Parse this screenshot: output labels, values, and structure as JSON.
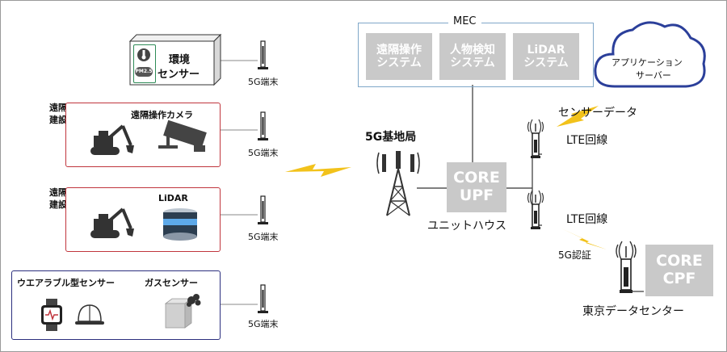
{
  "mec": {
    "title": "MEC",
    "systems": [
      {
        "line1": "遠隔操作",
        "line2": "システム"
      },
      {
        "line1": "人物検知",
        "line2": "システム"
      },
      {
        "line1": "LiDAR",
        "line2": "システム"
      }
    ]
  },
  "cloud": {
    "line1": "アプリケーション",
    "line2": "サーバー"
  },
  "env_sensor": {
    "line1": "環境",
    "line2": "センサー",
    "badge": "PM2.5"
  },
  "groups": {
    "camera_group": {
      "label1": "遠隔操作",
      "label2": "建設機械",
      "title": "遠隔操作カメラ"
    },
    "lidar_group": {
      "label1": "遠隔操作",
      "label2": "建設機械",
      "title": "LiDAR"
    },
    "wearable_group": {
      "title_left": "ウエアラブル型センサー",
      "title_right": "ガスセンサー"
    }
  },
  "terminals": [
    "5G端末",
    "5G端末",
    "5G端末",
    "5G端末"
  ],
  "base_station": {
    "label": "5G基地局"
  },
  "core_upf": {
    "line1": "CORE",
    "line2": "UPF",
    "caption": "ユニットハウス"
  },
  "right_side": {
    "sensor_data": "センサーデータ",
    "lte1": "LTE回線",
    "lte2": "LTE回線",
    "auth": "5G認証"
  },
  "core_cpf": {
    "line1": "CORE",
    "line2": "CPF",
    "caption": "東京データセンター"
  },
  "colors": {
    "gray_box": "#c9c9c9",
    "red_border": "#c0353d",
    "navy_border": "#2b2f7e",
    "mec_border": "#7fa7c9",
    "cloud_border": "#2b3f9a",
    "lightning": "#f2c21b"
  },
  "icons": [
    "thermometer-icon",
    "antenna-icon",
    "excavator-icon",
    "camera-icon",
    "lidar-sensor-icon",
    "smartwatch-icon",
    "helmet-icon",
    "gas-sensor-icon",
    "base-station-tower-icon",
    "lightning-icon",
    "cloud-icon",
    "server-icon"
  ]
}
